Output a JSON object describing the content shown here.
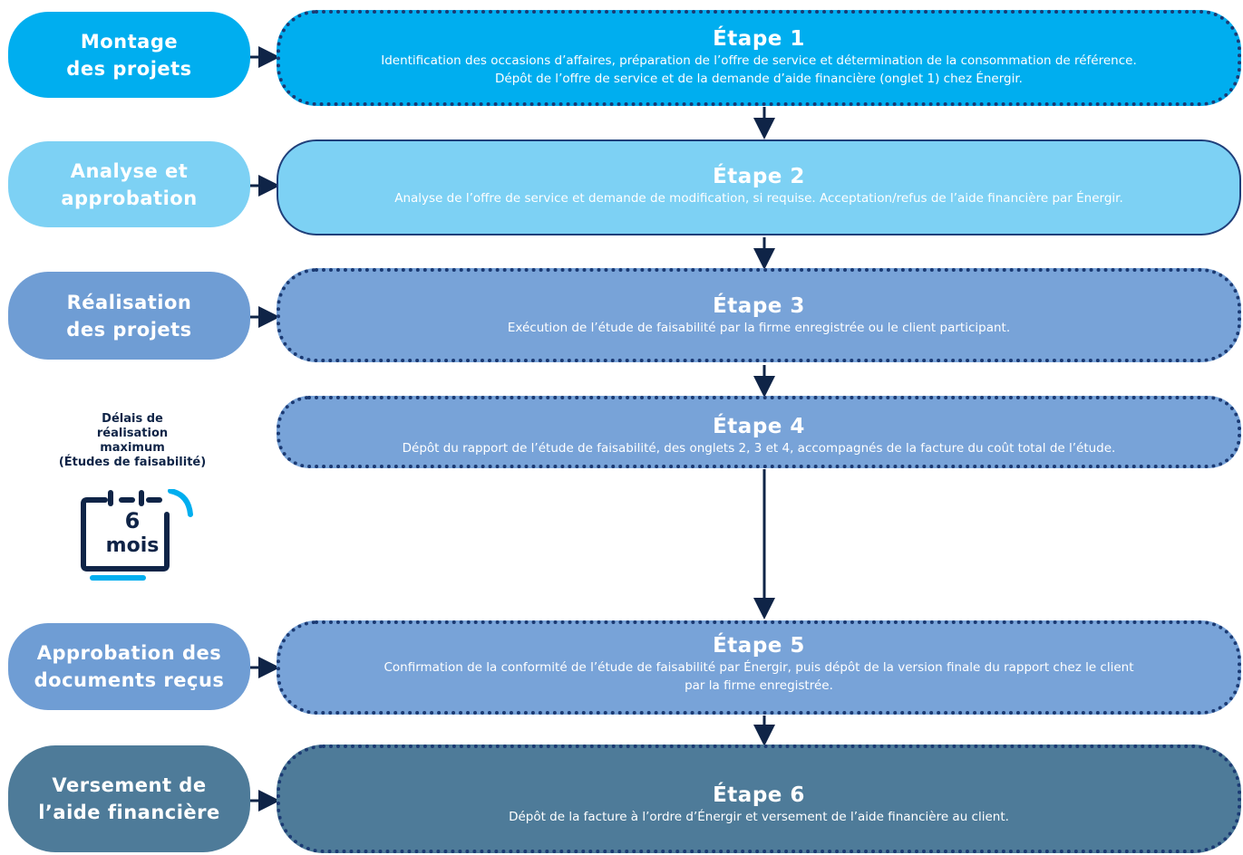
{
  "phases": [
    {
      "lines": [
        "Montage",
        "des projets"
      ],
      "color": "#00aeef"
    },
    {
      "lines": [
        "Analyse et",
        "approbation"
      ],
      "color": "#7dd1f4"
    },
    {
      "lines": [
        "Réalisation",
        "des projets"
      ],
      "color": "#6f9dd4"
    },
    {
      "lines": [
        "Approbation des",
        "documents reçus"
      ],
      "color": "#6f9dd4"
    },
    {
      "lines": [
        "Versement de",
        "l’aide financière"
      ],
      "color": "#4e7b99"
    }
  ],
  "steps": [
    {
      "title": "Étape 1",
      "lines": [
        "Identification des occasions d’affaires, préparation de l’offre de service et détermination de la consommation de référence.",
        "Dépôt de l’offre de service et de la demande d’aide financière (onglet 1) chez Énergir."
      ],
      "color": "#00aeef",
      "border": "dotted"
    },
    {
      "title": "Étape 2",
      "lines": [
        "Analyse de l’offre de service et demande de modification, si requise. Acceptation/refus de l’aide financière par Énergir."
      ],
      "color": "#7dd1f4",
      "border": "solid"
    },
    {
      "title": "Étape 3",
      "lines": [
        "Exécution de l’étude de faisabilité par la firme enregistrée ou le client participant."
      ],
      "color": "#78a3d8",
      "border": "dotted"
    },
    {
      "title": "Étape 4",
      "lines": [
        "Dépôt du rapport de l’étude de faisabilité, des onglets 2, 3 et 4, accompagnés de la facture du coût total de l’étude."
      ],
      "color": "#78a3d8",
      "border": "dotted"
    },
    {
      "title": "Étape 5",
      "lines": [
        "Confirmation de la conformité de l’étude de faisabilité par Énergir, puis dépôt de la version finale du rapport chez le client",
        "par la firme enregistrée."
      ],
      "color": "#78a3d8",
      "border": "dotted"
    },
    {
      "title": "Étape 6",
      "lines": [
        "Dépôt de la facture à l’ordre d’Énergir et versement de l’aide financière au client."
      ],
      "color": "#4e7b99",
      "border": "dotted"
    }
  ],
  "delay": {
    "lines": [
      "Délais de",
      "réalisation",
      "maximum",
      "(Études de faisabilité)"
    ],
    "value": "6",
    "unit": "mois",
    "icon": "calendar-icon"
  },
  "colors": {
    "arrow": "#0f2447",
    "accent": "#00aeef"
  }
}
